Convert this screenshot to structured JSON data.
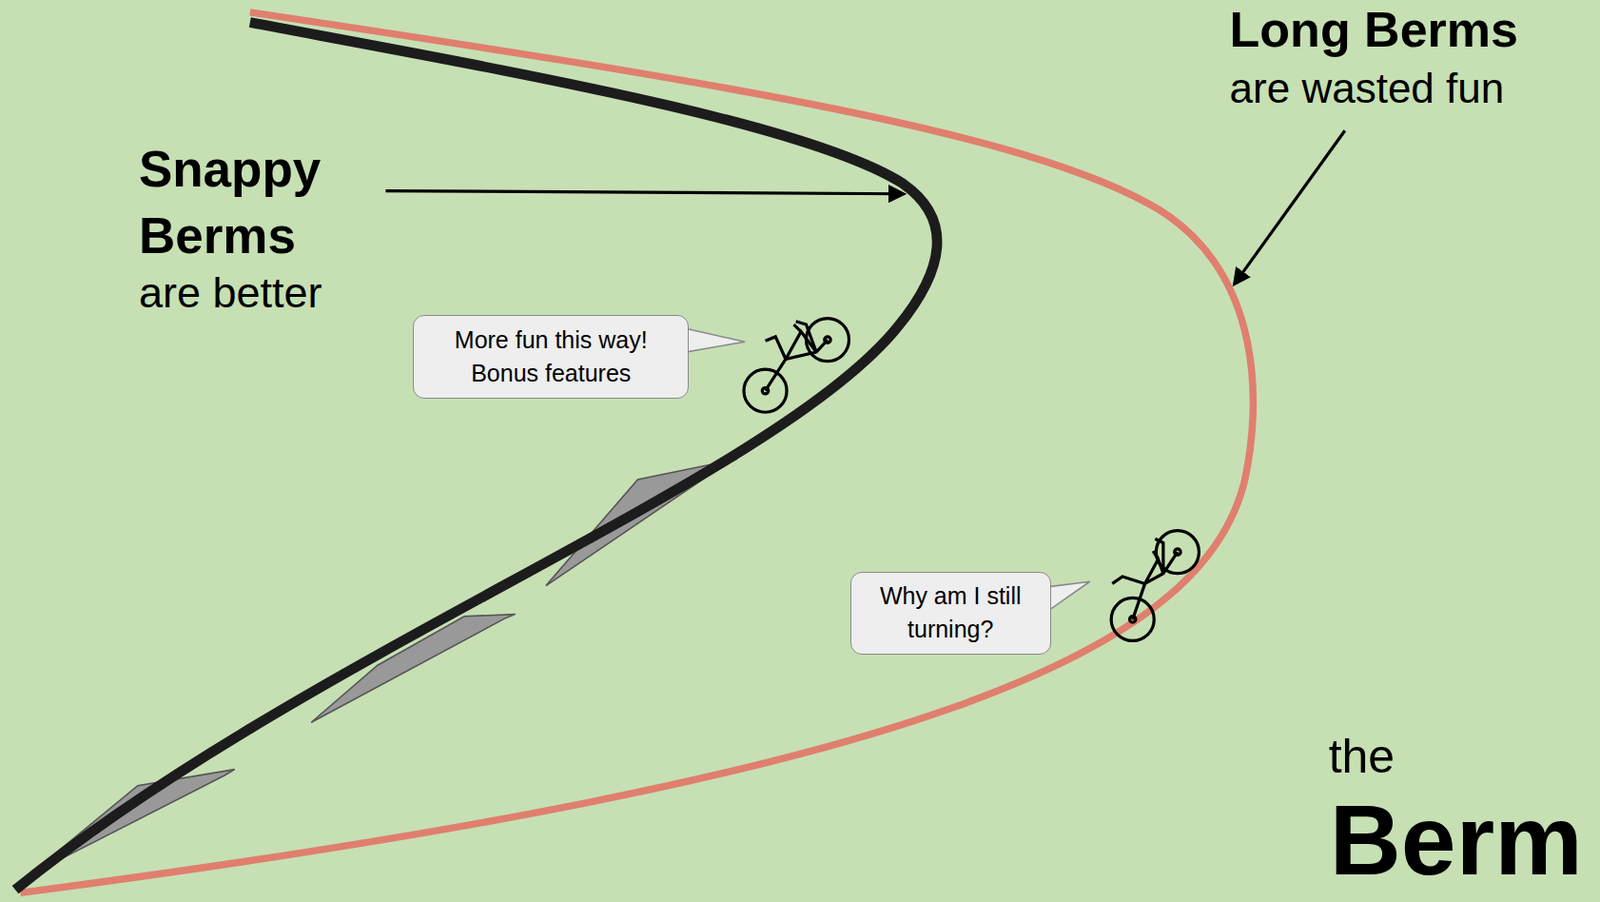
{
  "diagram": {
    "nodes": [
      {
        "text": [
          "More fun this way! Bonus features"
        ]
      },
      {
        "text": [
          "Why am I still turning?"
        ]
      }
    ],
    "labels": [
      "Snappy Berms",
      "are better",
      "Long Berms",
      "are wasted fun",
      "the",
      "Berm"
    ]
  }
}
